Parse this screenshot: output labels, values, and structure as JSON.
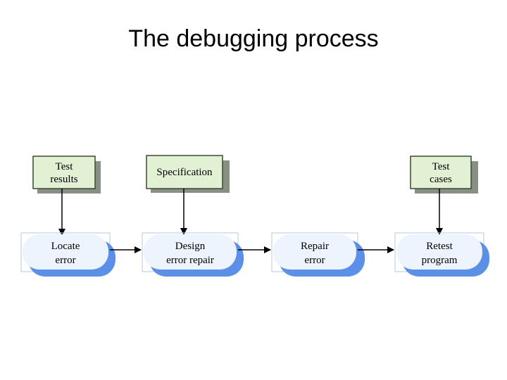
{
  "title": "The debugging process",
  "colors": {
    "input_box_fill": "#e2f1d3",
    "input_box_stroke": "#3a4a32",
    "process_fill": "#eef4fd",
    "process_shadow": "#5c8fe6",
    "process_stroke": "#b6c7e4",
    "arrow": "#000000"
  },
  "inputs": [
    {
      "line1": "Test",
      "line2": "results"
    },
    {
      "line1": "Specification",
      "line2": ""
    },
    {
      "line1": "Test",
      "line2": "cases"
    }
  ],
  "steps": [
    {
      "line1": "Locate",
      "line2": "error"
    },
    {
      "line1": "Design",
      "line2": "error repair"
    },
    {
      "line1": "Repair",
      "line2": "error"
    },
    {
      "line1": "Retest",
      "line2": "program"
    }
  ]
}
